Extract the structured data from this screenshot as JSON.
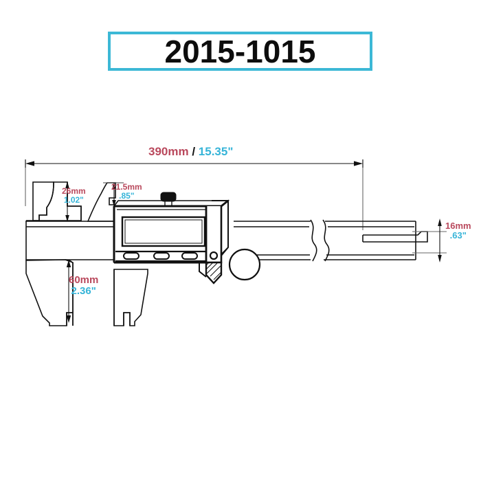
{
  "title": {
    "text": "2015-1015",
    "border_color": "#3cb8d6",
    "text_color": "#0d0d0d"
  },
  "colors": {
    "mm_color": "#b9485c",
    "inch_color": "#36b4d8",
    "line_color": "#111111",
    "background": "#ffffff",
    "accent": "#3cb8d6"
  },
  "product": {
    "type": "digital-vernier-caliper",
    "model": "2015-1015"
  },
  "dimensions": {
    "overall_length": {
      "mm": "390mm",
      "separator": "/",
      "inch": "15.35\"",
      "name": "overall-length"
    },
    "upper_jaw_outer": {
      "mm": "26mm",
      "inch": "1.02\"",
      "name": "upper-outer-jaw-depth"
    },
    "upper_jaw_inner": {
      "mm": "21.5mm",
      "inch": ".85\"",
      "name": "upper-inner-jaw-depth"
    },
    "lower_jaw": {
      "mm": "60mm",
      "inch": "2.36\"",
      "name": "lower-jaw-depth"
    },
    "beam_height": {
      "mm": "16mm",
      "inch": ".63\"",
      "name": "beam-height"
    }
  },
  "caliper_parts": {
    "lcd_display": "lcd-screen",
    "buttons": [
      "button-left",
      "button-center",
      "button-right"
    ],
    "thumb_roller": "thumb-roller",
    "lock_screw": "lock-screw",
    "depth_rod": "depth-rod",
    "break_symbol": "beam-break-symbol"
  }
}
